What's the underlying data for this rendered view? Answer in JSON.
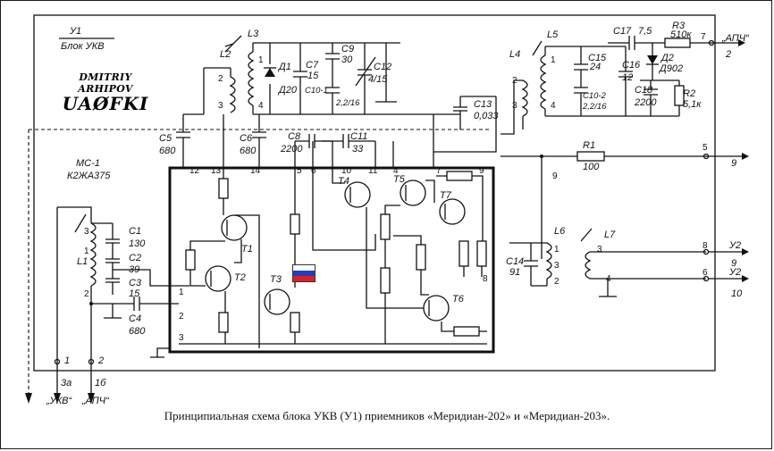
{
  "block": {
    "id": "У1",
    "name": "Блок УКВ"
  },
  "watermark": {
    "author": "DMITRIY ARHIPOV",
    "callsign": "UAØFKI"
  },
  "ic": {
    "id": "МС-1",
    "type": "К2ЖА375"
  },
  "caption": "Принципиальная схема блока УКВ (У1) приемников «Меридиан-202» и «Меридиан-203».",
  "flag_colors": [
    "#ffffff",
    "#1f3fbf",
    "#e02020"
  ],
  "components": {
    "L2": "L2",
    "L3": "L3",
    "D1_ref": "Д1",
    "D1_type": "Д20",
    "C7": "C7",
    "C7_val": "15",
    "C9": "C9",
    "C9_val": "30",
    "C10": "С10-1",
    "C10_val": "2,2/16",
    "C12": "C12",
    "C12_val": "4/15",
    "C13": "C13",
    "C13_val": "0,033",
    "C5": "C5",
    "C5_val": "680",
    "C6": "C6",
    "C6_val": "680",
    "C8": "C8",
    "C8_val": "2200",
    "C11": "C11",
    "C11_val": "33",
    "L4": "L4",
    "L5": "L5",
    "C15": "C15",
    "C15_val": "24",
    "C16": "C16",
    "C16_val": "12",
    "C10b": "С10-2",
    "C10b_val": "2,2/16",
    "C17": "C17",
    "C17_val": "7,5",
    "R3": "R3",
    "R3_val": "510к",
    "D2_ref": "Д2",
    "D2_type": "Д902",
    "C18": "C18",
    "C18_val": "2200",
    "R2": "R2",
    "R2_val": "5,1к",
    "R1": "R1",
    "R1_val": "100",
    "L6": "L6",
    "L7": "L7",
    "C14": "C14",
    "C14_val": "91",
    "L1": "L1",
    "C1": "C1",
    "C1_val": "130",
    "C2": "C2",
    "C2_val": "39",
    "C3": "C3",
    "C3_val": "15",
    "C4": "C4",
    "C4_val": "680",
    "T1": "T1",
    "T2": "T2",
    "T3": "T3",
    "T4": "T4",
    "T5": "T5",
    "T6": "T6",
    "T7": "T7"
  },
  "outputs": {
    "apch_top": "„АПЧ“",
    "apch_top_num": "2",
    "apch_top_pin": "7",
    "out5": "5",
    "out5_num": "9",
    "uz8": "8",
    "uz8_label": "У2",
    "uz8_num": "9",
    "uz6": "6",
    "uz6_label": "У2",
    "uz6_num": "10",
    "bot1": "1",
    "bot1_num": "3a",
    "bot1_label": "„УКВ“",
    "bot2": "2",
    "bot2_num": "1б",
    "bot2_label": "„АПЧ“"
  },
  "pins": [
    "12",
    "13",
    "14",
    "5",
    "6",
    "10",
    "11",
    "4",
    "7",
    "9",
    "8",
    "1",
    "2",
    "3"
  ],
  "misc_labels": [
    "2",
    "1",
    "3",
    "4",
    "2",
    "3",
    "1",
    "4",
    "9",
    "3",
    "1",
    "2",
    "3",
    "4",
    "1",
    "2",
    "3",
    "1",
    "2",
    "3",
    "1",
    "2"
  ]
}
